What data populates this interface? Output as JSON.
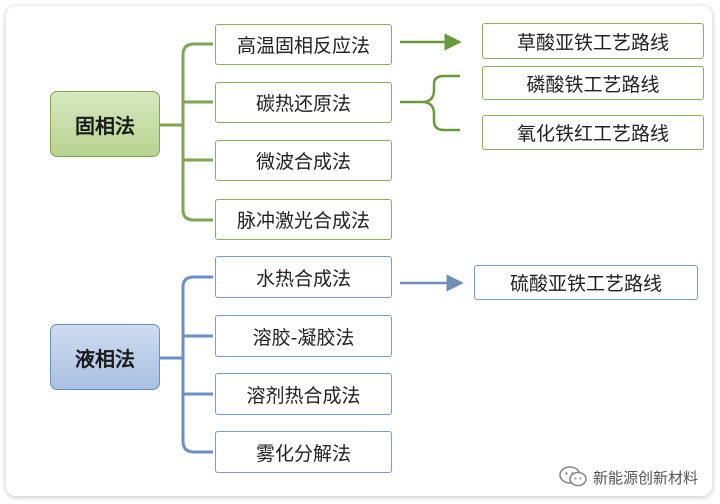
{
  "solid": {
    "category": "固相法",
    "methods": [
      "高温固相反应法",
      "碳热还原法",
      "微波合成法",
      "脉冲激光合成法"
    ],
    "routes_high_temp": [
      "草酸亚铁工艺路线"
    ],
    "routes_carbothermal": [
      "磷酸铁工艺路线",
      "氧化铁红工艺路线"
    ]
  },
  "liquid": {
    "category": "液相法",
    "methods": [
      "水热合成法",
      "溶胶-凝胶法",
      "溶剂热合成法",
      "雾化分解法"
    ],
    "routes_hydrothermal": [
      "硫酸亚铁工艺路线"
    ]
  },
  "watermark": "新能源创新材料",
  "colors": {
    "green_border": "#8bb15f",
    "blue_border": "#7a9cc6",
    "green_arrow": "#6a9a3e",
    "blue_arrow": "#6d8fba"
  }
}
